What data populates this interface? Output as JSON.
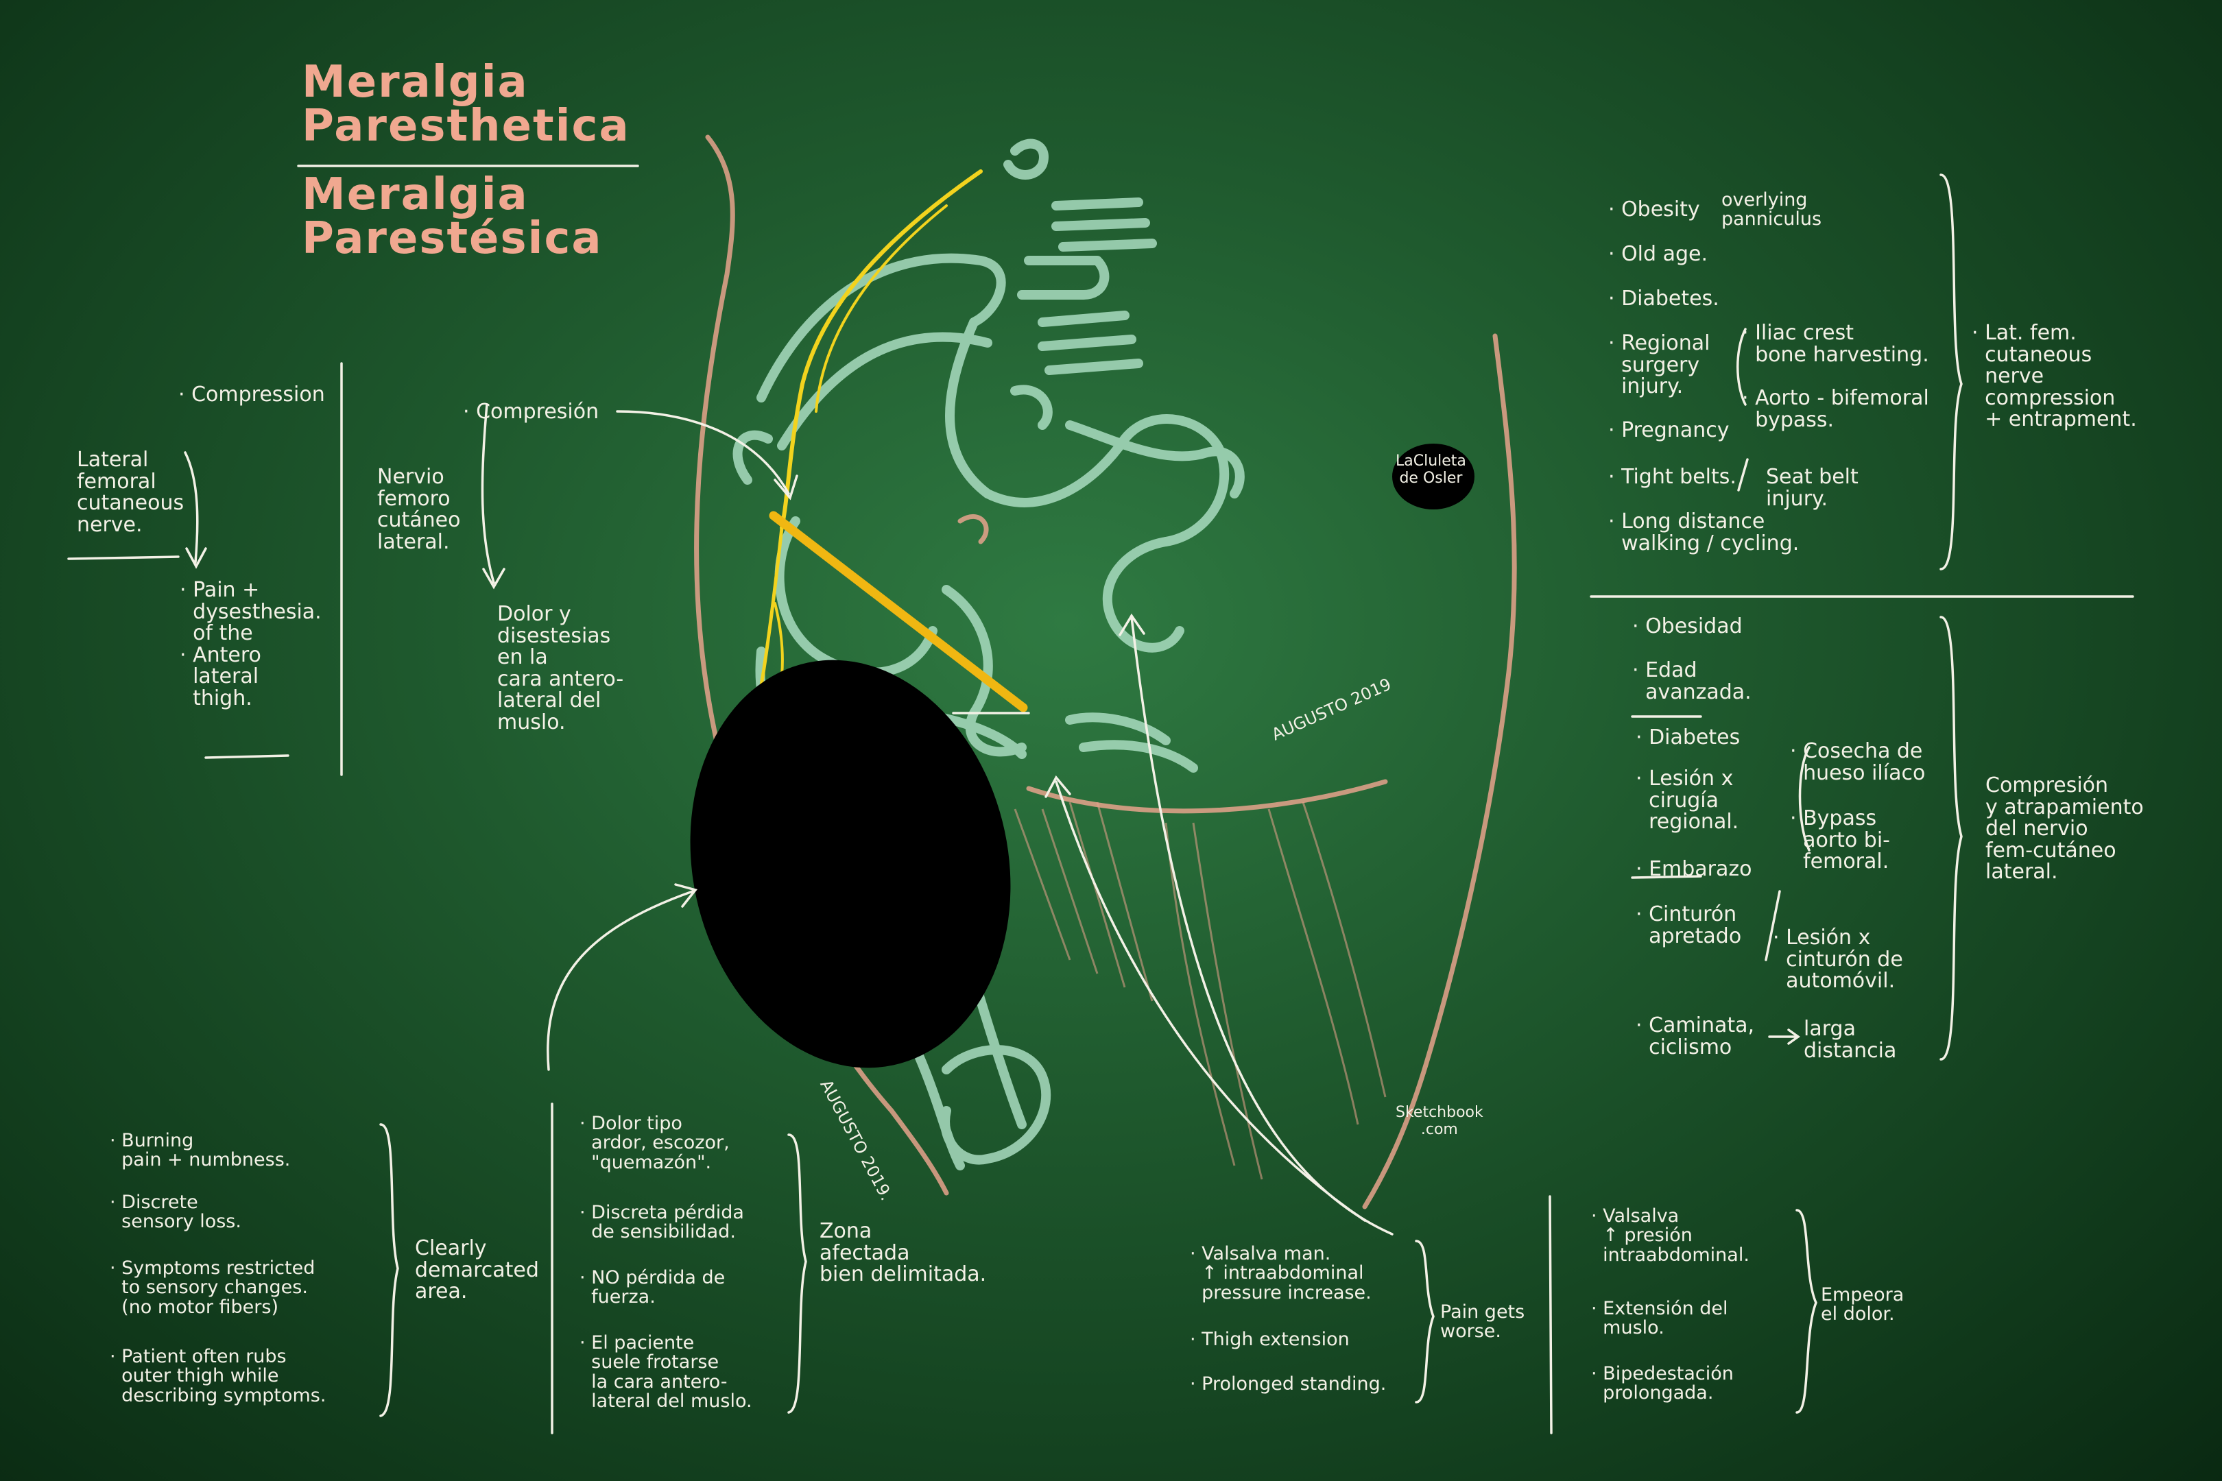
{
  "title": {
    "english": "Meralgia\nParesthetica",
    "spanish": "Meralgia\nParestésica"
  },
  "left_en": {
    "nerve": "Lateral\nfemoral\ncutaneous\nnerve.",
    "compression": "· Compression",
    "pain": "· Pain +\n  dysesthesia.\n  of the\n· Antero\n  lateral\n  thigh."
  },
  "left_es": {
    "nerve": "Nervio\nfemoro\ncutáneo\nlateral.",
    "compression": "· Compresión",
    "pain": "Dolor y\ndisestesias\nen la\ncara antero-\nlateral del\nmuslo."
  },
  "causes_en": {
    "obesity": "· Obesity",
    "obesity_note": "overlying\npanniculus",
    "old_age": "· Old age.",
    "diabetes": "· Diabetes.",
    "regional": "· Regional\n  surgery\n  injury.",
    "iliac": "· Iliac crest\n  bone harvesting.",
    "aorto": "· Aorto - bifemoral\n  bypass.",
    "pregnancy": "· Pregnancy",
    "belts": "· Tight belts.",
    "seat_belt": "Seat belt\ninjury.",
    "long_distance": "· Long distance\n  walking / cycling.",
    "summary": "· Lat. fem.\n  cutaneous\n  nerve\n  compression\n  + entrapment."
  },
  "causes_es": {
    "obesidad": "· Obesidad",
    "edad": "· Edad\n  avanzada.",
    "diabetes": "· Diabetes",
    "lesion": "· Lesión x\n  cirugía\n  regional.",
    "cosecha": "· Cosecha de\n  hueso ilíaco",
    "bypass": "· Bypass\n  aorto bi-\n  femoral.",
    "embarazo": "· Embarazo",
    "cinturon": "· Cinturón\n  apretado",
    "lesion_cinturon": "· Lesión x\n  cinturón de\n  automóvil.",
    "caminata": "· Caminata,\n  ciclismo",
    "larga": "larga\ndistancia",
    "summary": "Compresión\ny atrapamiento\ndel nervio\nfem-cutáneo\nlateral."
  },
  "symptoms_en": {
    "items": [
      "· Burning\n  pain + numbness.",
      "· Discrete\n  sensory loss.",
      "· Symptoms restricted\n  to sensory changes.\n  (no motor fibers)",
      "· Patient often rubs\n  outer thigh while\n  describing symptoms."
    ],
    "summary": "Clearly\ndemarcated\narea."
  },
  "symptoms_es": {
    "items": [
      "· Dolor tipo\n  ardor, escozor,\n  \"quemazón\".",
      "· Discreta pérdida\n  de sensibilidad.",
      "· NO pérdida de\n  fuerza.",
      "· El paciente\n  suele frotarse\n  la cara antero-\n  lateral del muslo."
    ],
    "summary": "Zona\nafectada\nbien delimitada."
  },
  "worse_en": {
    "items": [
      "· Valsalva man.\n  ↑ intraabdominal\n  pressure increase.",
      "· Thigh extension",
      "· Prolonged standing."
    ],
    "summary": "Pain gets\nworse."
  },
  "worse_es": {
    "items": [
      "· Valsalva\n  ↑ presión\n  intraabdominal.",
      "· Extensión del\n  muslo.",
      "· Bipedestación\n  prolongada."
    ],
    "summary": "Empeora\nel dolor."
  },
  "signatures": {
    "brand": "LaCluleta\nde Osler",
    "sketchbook": "Sketchbook\n.com",
    "date_a": "AUGUSTO 2019",
    "date_b": "AUGUSTO 2019."
  },
  "colors": {
    "chalk": "#f3f1e6",
    "bone": "#a9dcc0",
    "nerve": "#f2d31e",
    "skin": "#e6a38c",
    "title": "#f0a890",
    "board": "#1f5a2e"
  }
}
